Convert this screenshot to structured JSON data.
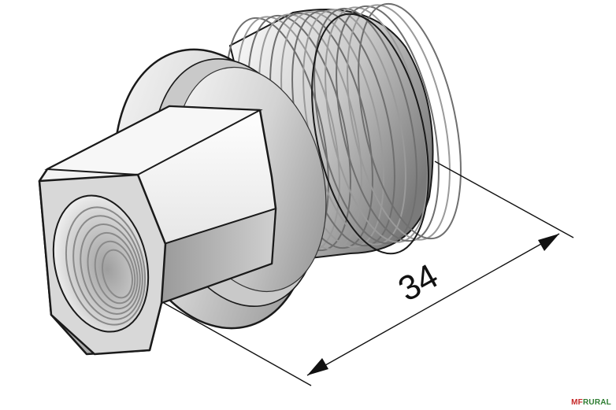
{
  "drawing": {
    "dimension_label": "34",
    "colors": {
      "metal_light": "#f2f2f2",
      "metal_mid": "#bdbdbd",
      "metal_dark": "#6e6e6e",
      "outline": "#1a1a1a",
      "dimension_line": "#111111"
    }
  },
  "watermark": {
    "part_a": "MF",
    "part_b": "RURAL"
  }
}
